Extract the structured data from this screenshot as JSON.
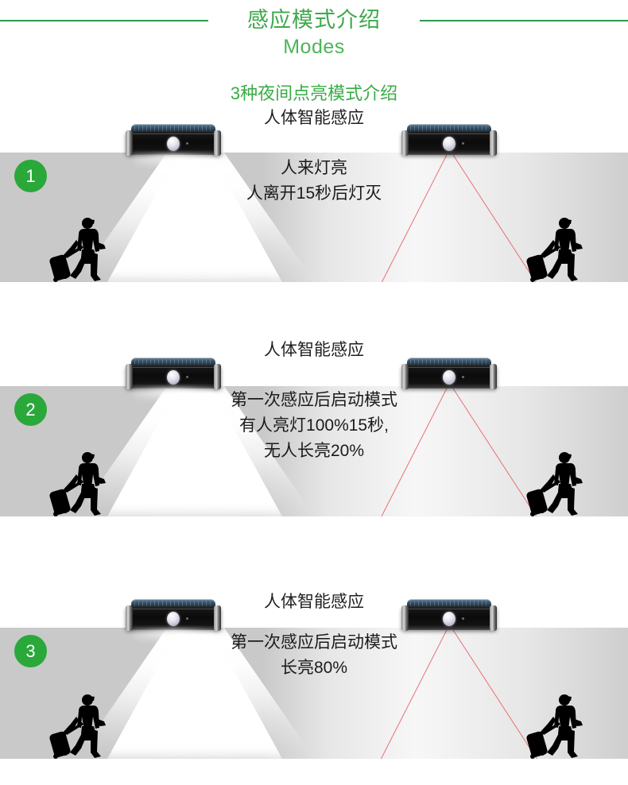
{
  "header": {
    "title_cn": "感应模式介绍",
    "title_en": "Modes",
    "rule_color": "#2e9b4f",
    "title_color": "#3fa84c"
  },
  "subtitle": "3种夜间点亮模式介绍",
  "badge_color": "#2aa83a",
  "ray_color": "#e8626c",
  "scene_color": "#c9c9c9",
  "panels": [
    {
      "badge": "1",
      "caption": "人体智能感应",
      "lines": [
        "人来灯亮",
        "人离开15秒后灯灭"
      ]
    },
    {
      "badge": "2",
      "caption": "人体智能感应",
      "lines": [
        "第一次感应后启动模式",
        "有人亮灯100%15秒,",
        "无人长亮20%"
      ]
    },
    {
      "badge": "3",
      "caption": "人体智能感应",
      "lines": [
        "第一次感应后启动模式",
        "长亮80%"
      ]
    }
  ]
}
